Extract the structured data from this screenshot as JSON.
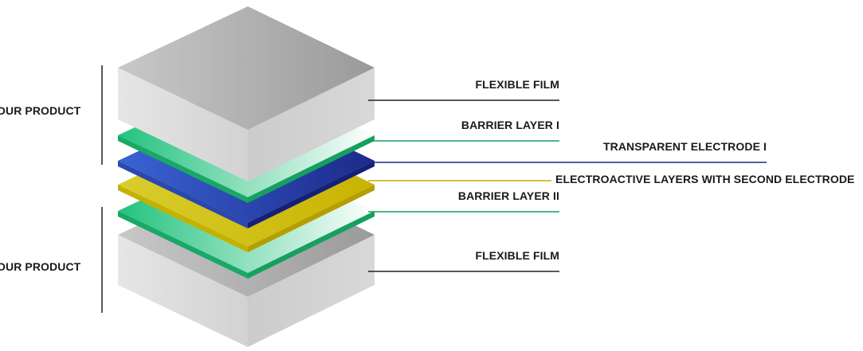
{
  "side_labels": [
    "OUR PRODUCT",
    "OUR PRODUCT"
  ],
  "layers": [
    {
      "name": "FLEXIBLE FILM",
      "line_color": "#222222"
    },
    {
      "name": "BARRIER LAYER I",
      "line_color": "#1a9a5c"
    },
    {
      "name": "TRANSPARENT ELECTRODE I",
      "line_color": "#1a2a8c"
    },
    {
      "name": "ELECTROACTIVE LAYERS WITH SECOND ELECTRODE",
      "line_color": "#c9a800"
    },
    {
      "name": "BARRIER LAYER II",
      "line_color": "#1a9a5c"
    },
    {
      "name": "FLEXIBLE FILM",
      "line_color": "#222222"
    }
  ],
  "colors": {
    "film_top": "#a9a9a9",
    "film_side": "#d0d0d0",
    "barrier": "#2ecc8a",
    "electrode": "#2f55c8",
    "electroactive": "#d4c21c"
  }
}
